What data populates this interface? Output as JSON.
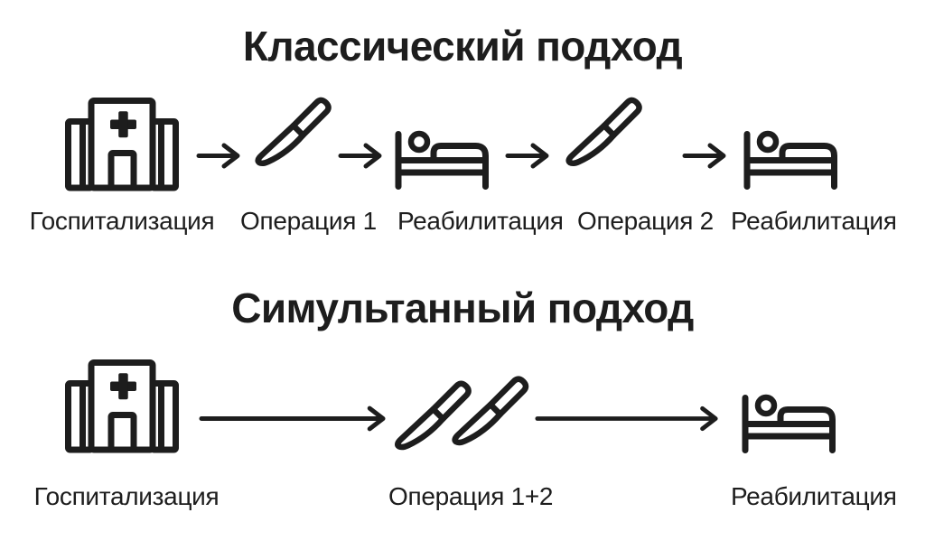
{
  "diagram": {
    "colors": {
      "ink": "#1d1d1d",
      "background": "#ffffff"
    },
    "sections": [
      {
        "title": "Классический подход",
        "steps": [
          {
            "icon": "hospital-icon",
            "label": "Госпитализация"
          },
          {
            "icon": "scalpel-icon",
            "label": "Операция 1"
          },
          {
            "icon": "patient-bed-icon",
            "label": "Реабилитация"
          },
          {
            "icon": "scalpel-icon",
            "label": "Операция 2"
          },
          {
            "icon": "patient-bed-icon",
            "label": "Реабилитация"
          }
        ]
      },
      {
        "title": "Симультанный подход",
        "steps": [
          {
            "icon": "hospital-icon",
            "label": "Госпитализация"
          },
          {
            "icon": "double-scalpel-icon",
            "label": "Операция 1+2"
          },
          {
            "icon": "patient-bed-icon",
            "label": "Реабилитация"
          }
        ]
      }
    ]
  }
}
